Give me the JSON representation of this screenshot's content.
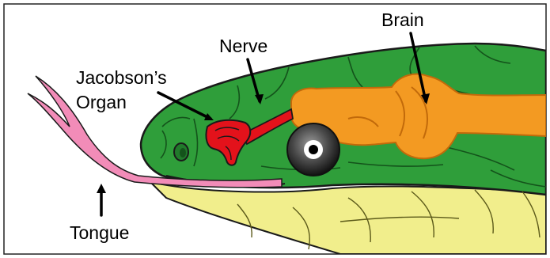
{
  "labels": {
    "jacobson_line1": "Jacobson’s",
    "jacobson_line2": "Organ",
    "nerve": "Nerve",
    "brain": "Brain",
    "tongue": "Tongue"
  },
  "colors": {
    "skin": "#2f9e3a",
    "skin_dark": "#217a2b",
    "belly": "#f1ee8c",
    "brain": "#f39a22",
    "brain_outline": "#c26a0a",
    "organ": "#e3121b",
    "tongue": "#f28cb8",
    "eye_iris": "#3a3a3a",
    "eye_pupil": "#000000",
    "outline": "#1a1a1a"
  }
}
